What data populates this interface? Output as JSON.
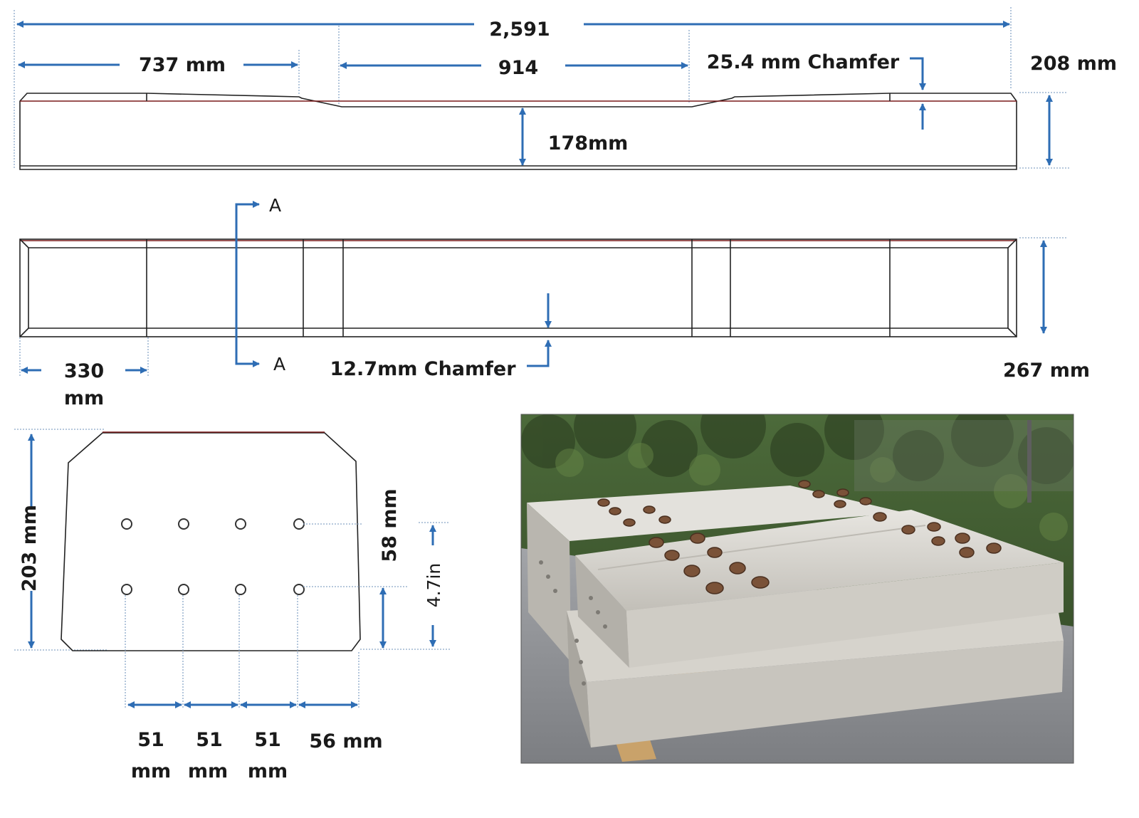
{
  "elevation": {
    "overall_length": "2,591",
    "end_length": "737 mm",
    "center_length": "914",
    "top_chamfer": "25.4 mm Chamfer",
    "end_height": "208 mm",
    "center_height": "178mm"
  },
  "plan": {
    "section_mark": "A",
    "end_segment": "330",
    "end_segment_unit": "mm",
    "side_chamfer": "12.7mm Chamfer",
    "width": "267 mm"
  },
  "cross_section": {
    "height": "203 mm",
    "row_spacing": "58 mm",
    "bottom_row": "4.7in",
    "spacings": [
      {
        "value": "51",
        "unit": "mm"
      },
      {
        "value": "51",
        "unit": "mm"
      },
      {
        "value": "51",
        "unit": "mm"
      }
    ],
    "edge": "56 mm"
  },
  "colors": {
    "dimension": "#2e6db4",
    "outline": "#222222",
    "concrete": "#d9d6cf",
    "foliage": "#3f5a2c",
    "ground": "#8e9094",
    "bolt": "#7a5238",
    "timber": "#c9a26a"
  }
}
